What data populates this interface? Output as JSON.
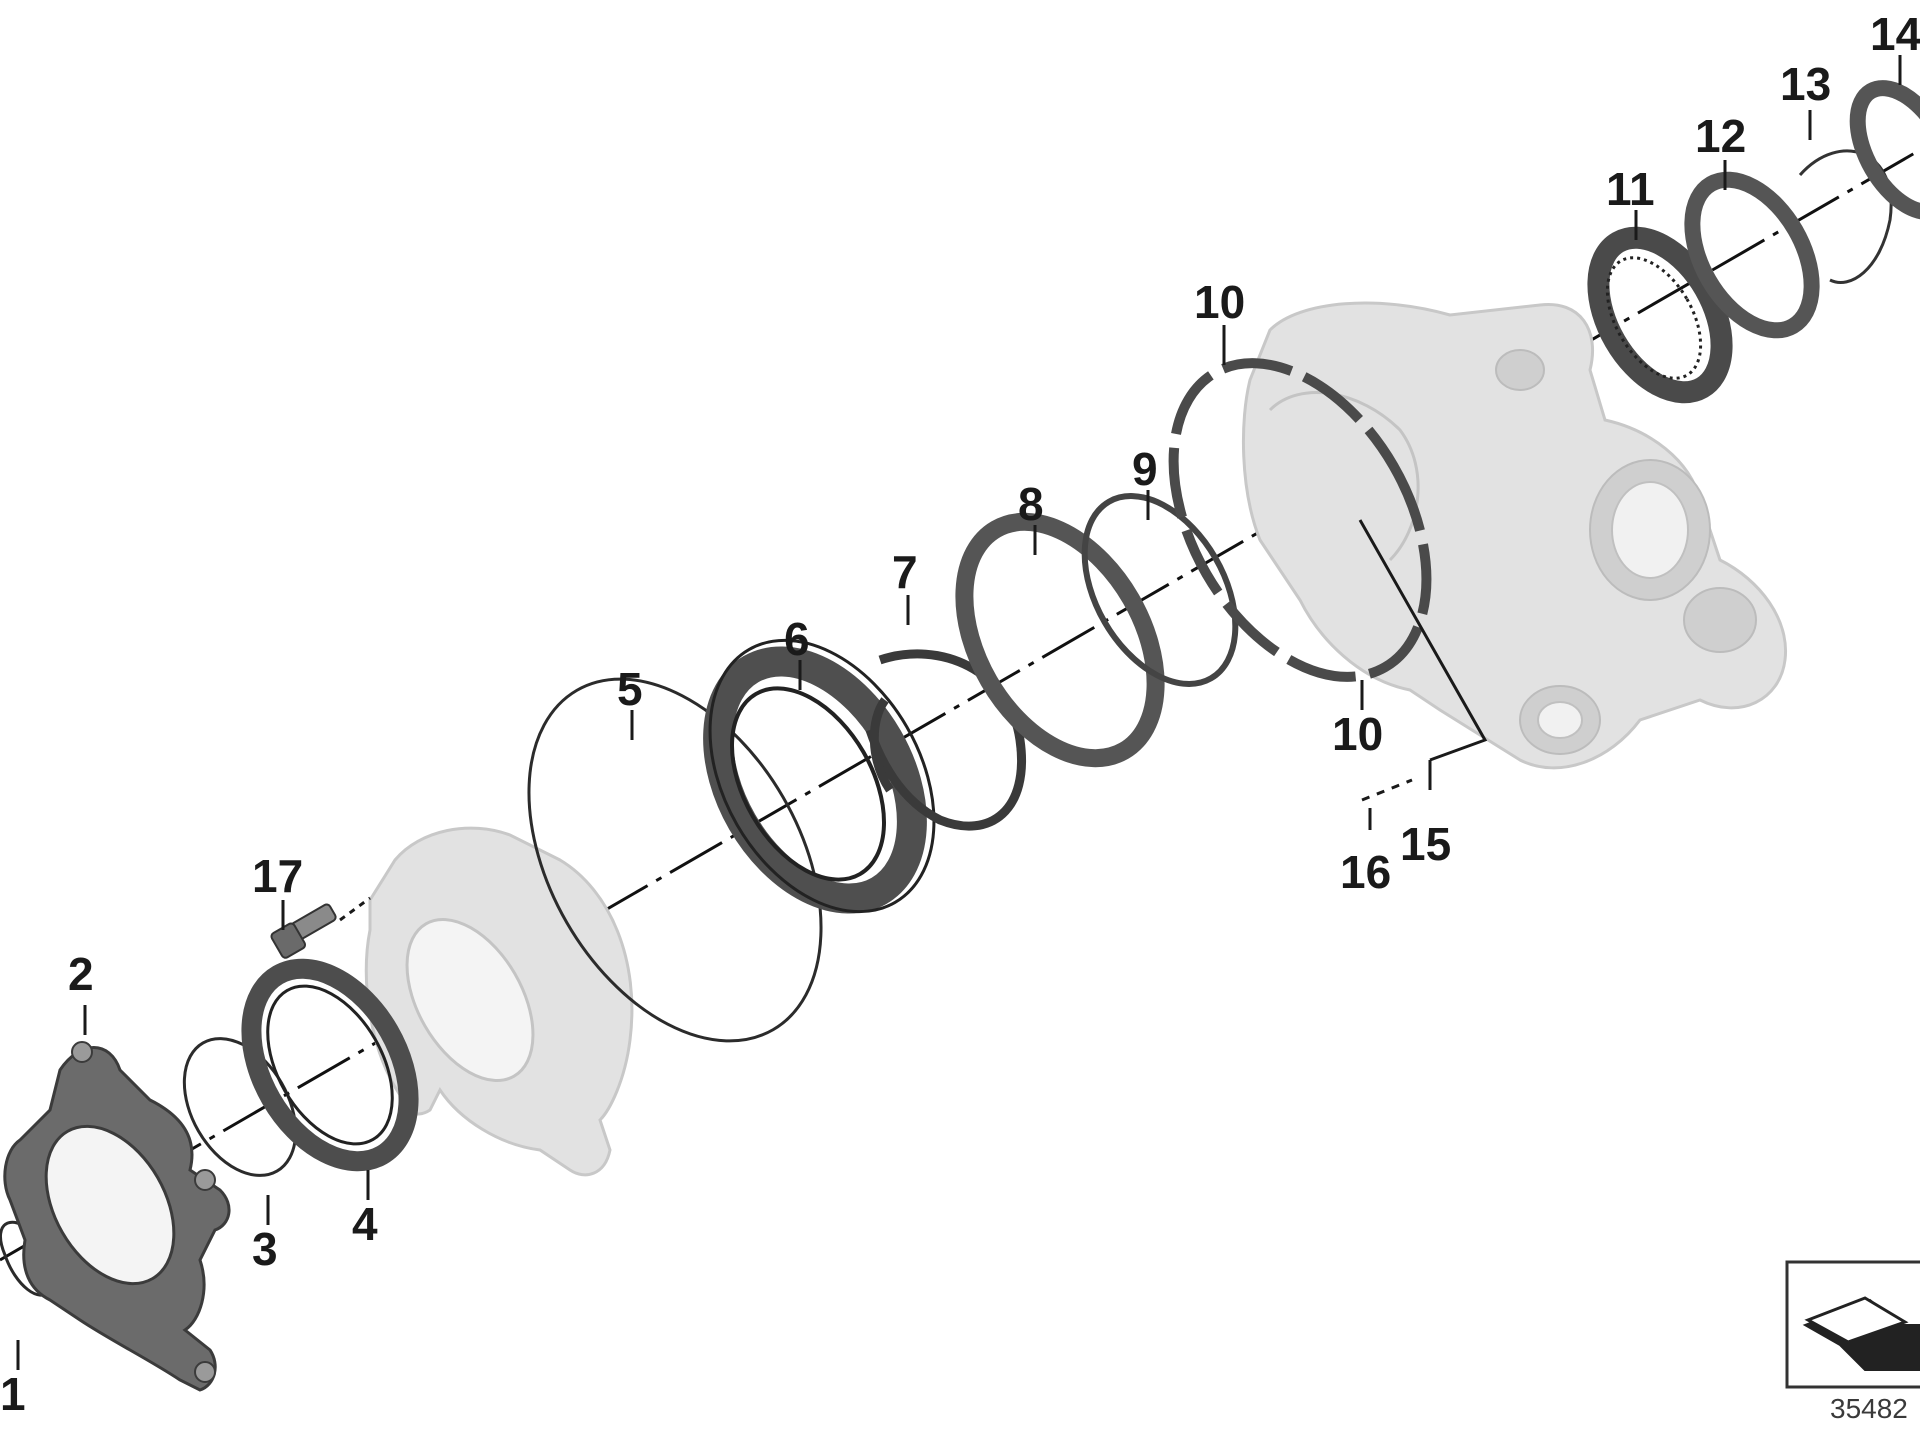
{
  "callouts": {
    "c1": "1",
    "c2": "2",
    "c3": "3",
    "c4": "4",
    "c5": "5",
    "c6": "6",
    "c7": "7",
    "c8": "8",
    "c9": "9",
    "c10a": "10",
    "c10b": "10",
    "c11": "11",
    "c12": "12",
    "c13": "13",
    "c14": "14",
    "c15": "15",
    "c16": "16",
    "c17": "17"
  },
  "reference": "35482",
  "icons": {
    "orientation": "direction-arrow-icon"
  },
  "colors": {
    "line": "#1a1a1a",
    "housing": "#e2e2e2",
    "metal": "#6b6b6b",
    "background": "#ffffff"
  }
}
